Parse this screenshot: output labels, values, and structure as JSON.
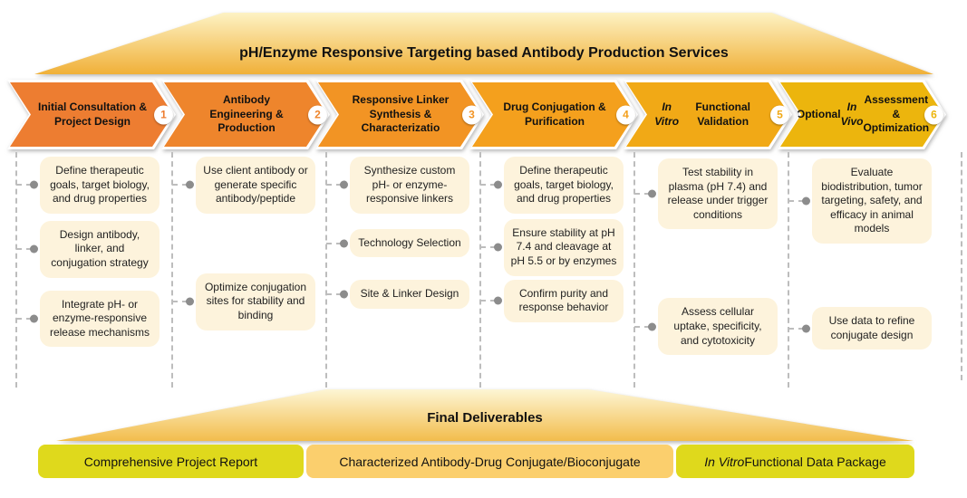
{
  "banner": {
    "title": "pH/Enzyme Responsive Targeting based Antibody Production Services"
  },
  "steps": [
    {
      "number": "1",
      "title_pre": "Initial Consultation & Project Design",
      "color": "#ED7D31",
      "items": [
        "Define therapeutic goals, target biology, and drug properties",
        "Design antibody, linker, and conjugation strategy",
        "Integrate pH- or enzyme-responsive release mechanisms"
      ]
    },
    {
      "number": "2",
      "title_pre": "Antibody Engineering & Production",
      "color": "#EE852C",
      "items": [
        "Use client antibody or generate specific antibody/peptide",
        "Optimize conjugation sites for stability and binding"
      ]
    },
    {
      "number": "3",
      "title_pre": "Responsive Linker Synthesis & Characterizatio",
      "color": "#F29424",
      "items": [
        "Synthesize custom pH- or enzyme-responsive linkers",
        "Technology Selection",
        "Site & Linker Design"
      ]
    },
    {
      "number": "4",
      "title_pre": "Drug Conjugation & Purification",
      "color": "#F4A01D",
      "items": [
        "Define therapeutic goals, target biology, and drug properties",
        "Ensure stability at pH 7.4 and cleavage at pH 5.5 or by enzymes",
        "Confirm purity and response behavior"
      ]
    },
    {
      "number": "5",
      "title_pre": "",
      "title_italic": "In Vitro",
      "title_rest": " Functional Validation",
      "color": "#F1A916",
      "items": [
        "Test stability in plasma (pH 7.4) and release under trigger conditions",
        "Assess cellular uptake, specificity, and cytotoxicity"
      ]
    },
    {
      "number": "6",
      "title_pre": "Optional ",
      "title_italic": "In Vivo",
      "title_rest": " Assessment & Optimization",
      "color": "#ECB50D",
      "items": [
        "Evaluate biodistribution, tumor targeting, safety, and efficacy in animal models",
        "Use data to refine conjugate design"
      ]
    }
  ],
  "footer": {
    "title": "Final Deliverables",
    "deliverables": [
      {
        "pre": "Comprehensive Project Report",
        "color": "#DFD91C"
      },
      {
        "pre": "Characterized Antibody-Drug Conjugate/Bioconjugate",
        "color": "#FBCF6D"
      },
      {
        "italic": "In Vitro",
        "rest": " Functional Data Package",
        "color": "#DFD91C"
      }
    ]
  },
  "palette": {
    "banner_light": "#FDF2C4",
    "banner_gold": "#F0B038",
    "footer_light": "#FDF5D5",
    "footer_gold": "#F2BC4C",
    "task_box": "#FDF3DC",
    "connector_gray": "#BDBDBD",
    "arrow_outline": "#FFFFFF",
    "text_dark": "#1A1A1A"
  }
}
